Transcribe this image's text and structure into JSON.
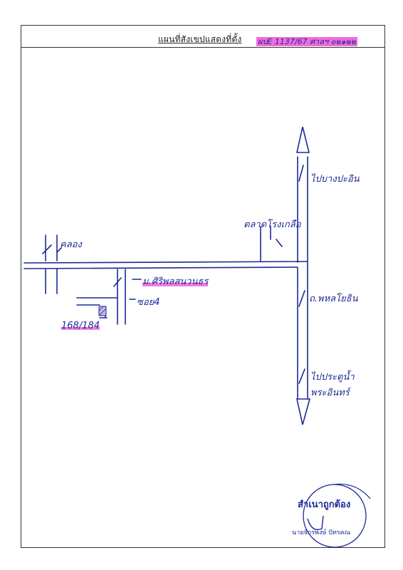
{
  "header": {
    "title": "แผนที่สังเขปแสดงที่ตั้ง",
    "reference": "ผบE 1137/67 ศาลฯ ๐๒๑๒๒"
  },
  "labels": {
    "canal": "คลอง",
    "to_bang_pa_in": "ไปบางปะอิน",
    "market": "ตลาดโรงเกลือ",
    "village": "ม.ศิริพลสนวนธร",
    "soi": "ซอย4",
    "road": "ถ.พหลโยธิน",
    "to_pratu_nam_line1": "ไปประตูน้ำ",
    "to_pratu_nam_line2": "พระอินทร์",
    "house_no": "168/184"
  },
  "signature": {
    "title": "สำเนาถูกต้อง",
    "name": "นายจักรพงษ์ ปัทรคณ"
  },
  "colors": {
    "ink": "#1c2a96",
    "highlight": "#f26bdb",
    "frame": "#333333"
  }
}
